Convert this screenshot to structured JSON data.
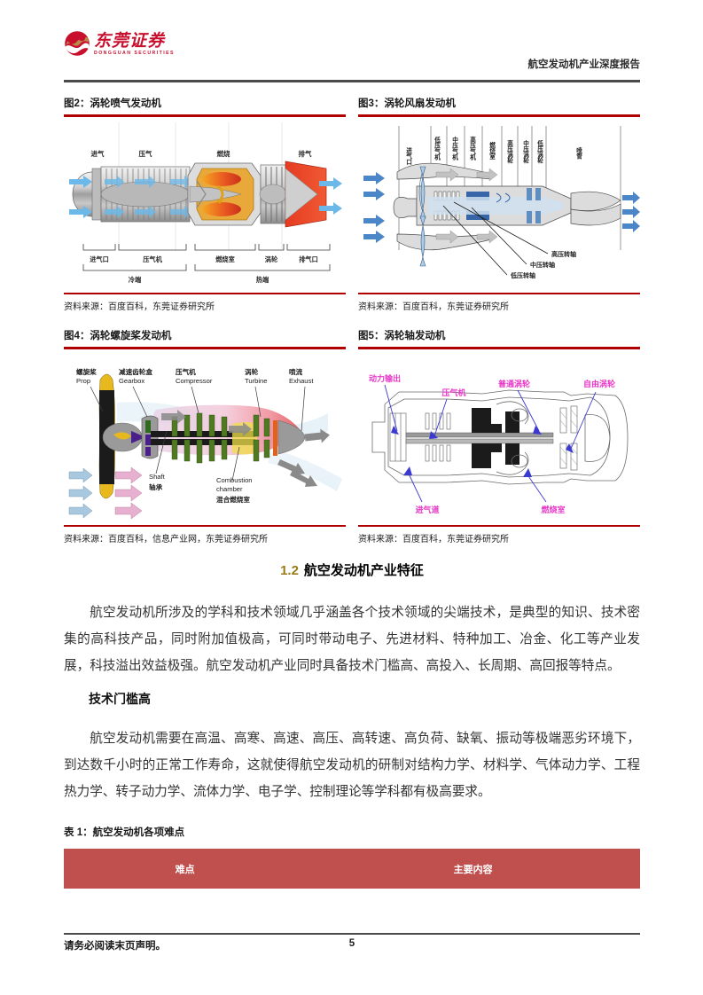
{
  "header": {
    "logo_cn": "东莞证券",
    "logo_en": "DONGGUAN SECURITIES",
    "report_title": "航空发动机产业深度报告",
    "brand_red": "#C8102E"
  },
  "figures": [
    {
      "caption": "图2：涡轮喷气发动机",
      "source": "资料来源：百度百科，东莞证券研究所",
      "labels_top": [
        "进气",
        "压气",
        "燃烧",
        "排气"
      ],
      "labels_bottom": [
        "进气口",
        "压气机",
        "燃烧室",
        "涡轮",
        "排气口"
      ],
      "labels_span": [
        "冷端",
        "热端"
      ]
    },
    {
      "caption": "图3：涡轮风扇发动机",
      "source": "资料来源：百度百科，东莞证券研究所",
      "labels_top": [
        "进气口",
        "低压气机",
        "中压气机",
        "高压气机",
        "燃烧室",
        "高压涡轮",
        "中压涡轮",
        "低压涡轮",
        "喷管"
      ],
      "labels_callout": [
        "高压转轴",
        "中压转轴",
        "低压转轴"
      ]
    },
    {
      "caption": "图4：涡轮螺旋桨发动机",
      "source": "资料来源：百度百科，信息产业网，东莞证券研究所",
      "labels_cn": [
        "螺旋桨",
        "减速齿轮盒",
        "压气机",
        "涡轮",
        "喷流",
        "轴承",
        "混合燃烧室"
      ],
      "labels_en": [
        "Prop",
        "Gearbox",
        "Compressor",
        "Turbine",
        "Exhaust",
        "Shaft",
        "Combustion chamber"
      ]
    },
    {
      "caption": "图5：涡轮轴发动机",
      "source": "资料来源：百度百科，东莞证券研究所",
      "labels": [
        "动力输出",
        "压气机",
        "普通涡轮",
        "自由涡轮",
        "进气道",
        "燃烧室"
      ]
    }
  ],
  "section": {
    "number": "1.2",
    "title": "航空发动机产业特征",
    "number_color": "#9A7B16"
  },
  "body": {
    "paragraph_1": "航空发动机所涉及的学科和技术领域几乎涵盖各个技术领域的尖端技术，是典型的知识、技术密集的高科技产品，同时附加值极高，可同时带动电子、先进材料、特种加工、冶金、化工等产业发展，科技溢出效益极强。航空发动机产业同时具备技术门槛高、高投入、长周期、高回报等特点。",
    "subheading_1": "技术门槛高",
    "paragraph_2": "航空发动机需要在高温、高寒、高速、高压、高转速、高负荷、缺氧、振动等极端恶劣环境下，到达数千小时的正常工作寿命，这就使得航空发动机的研制对结构力学、材料学、气体动力学、工程热力学、转子动力学、流体力学、电子学、控制理论等学科都有极高要求。"
  },
  "table": {
    "title": "表 1：航空发动机各项难点",
    "header_color": "#C0504D",
    "columns": [
      "难点",
      "主要内容"
    ],
    "rows": []
  },
  "footer": {
    "disclaimer": "请务必阅读末页声明。",
    "page_number": "5"
  }
}
